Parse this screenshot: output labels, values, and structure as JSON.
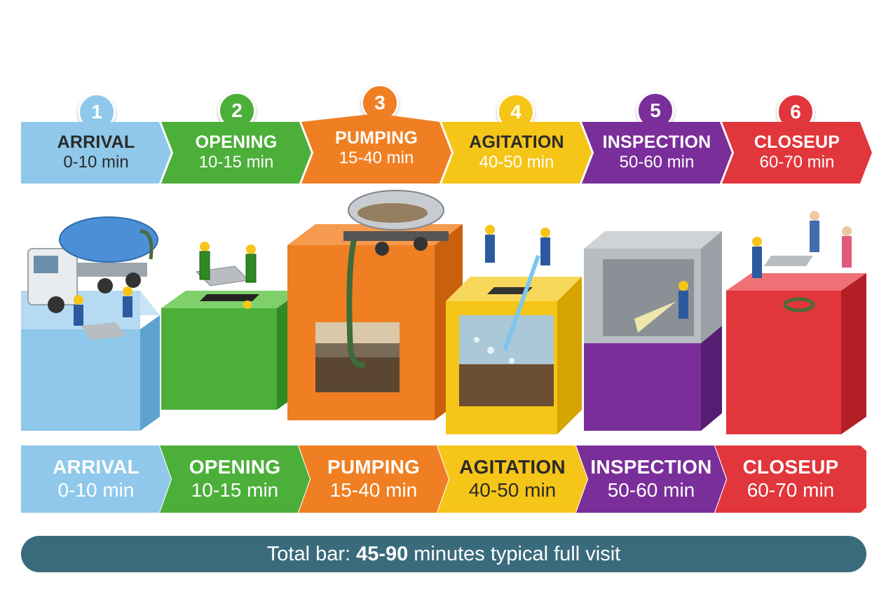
{
  "steps": [
    {
      "number": "1",
      "name": "ARRIVAL",
      "time": "0-10 min",
      "color": "#8fc8ea",
      "dark": "#5ea3cf"
    },
    {
      "number": "2",
      "name": "OPENING",
      "time": "10-15 min",
      "color": "#4caf3a",
      "dark": "#2f8a24"
    },
    {
      "number": "3",
      "name": "PUMPING",
      "time": "15-40 min",
      "color": "#f07f23",
      "dark": "#c9600e"
    },
    {
      "number": "4",
      "name": "AGITATION",
      "time": "40-50 min",
      "color": "#f5c518",
      "dark": "#d6a400"
    },
    {
      "number": "5",
      "name": "INSPECTION",
      "time": "50-60 min",
      "color": "#7a2e9a",
      "dark": "#571d73"
    },
    {
      "number": "6",
      "name": "CLOSEUP",
      "time": "60-70 min",
      "color": "#e0363c",
      "dark": "#b31f25"
    }
  ],
  "total_bar": {
    "prefix": "Total bar:",
    "highlight": "45-90",
    "suffix": "minutes typical full visit",
    "color": "#3a6b7c"
  },
  "icons": [
    "vacuum-truck-icon",
    "manhole-worker-icon",
    "tanker-pump-icon",
    "water-jet-icon",
    "flashlight-inspection-icon",
    "handshake-icon"
  ]
}
